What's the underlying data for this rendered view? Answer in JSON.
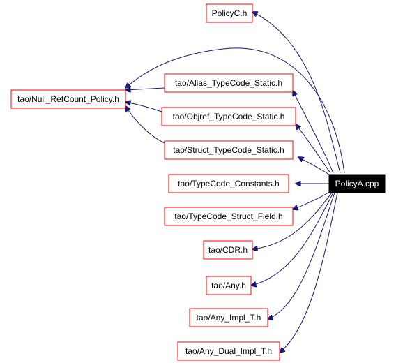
{
  "root": {
    "label": "PolicyA.cpp"
  },
  "nodes": {
    "policyc": "PolicyC.h",
    "null_refcount": "tao/Null_RefCount_Policy.h",
    "alias": "tao/Alias_TypeCode_Static.h",
    "objref": "tao/Objref_TypeCode_Static.h",
    "struct": "tao/Struct_TypeCode_Static.h",
    "constants": "tao/TypeCode_Constants.h",
    "struct_field": "tao/TypeCode_Struct_Field.h",
    "cdr": "tao/CDR.h",
    "any": "tao/Any.h",
    "any_impl": "tao/Any_Impl_T.h",
    "any_dual": "tao/Any_Dual_Impl_T.h"
  },
  "colors": {
    "node_border": "#ff0000",
    "root_fill": "#000000",
    "root_text": "#ffffff",
    "edge": "#191970"
  }
}
